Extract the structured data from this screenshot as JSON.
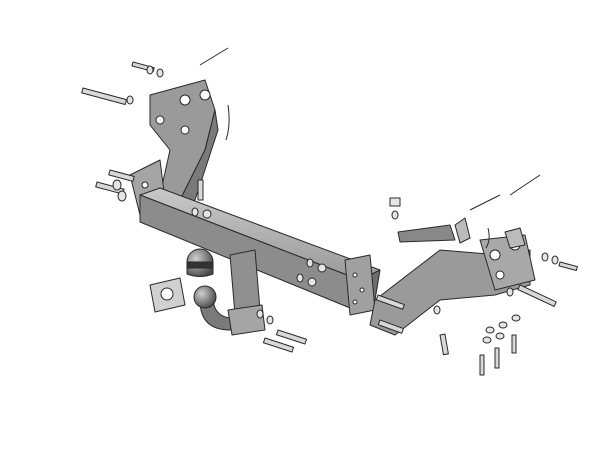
{
  "diagram": {
    "subject": "towbar-exploded-view",
    "colors": {
      "metal_light": "#b5b5b5",
      "metal_mid": "#8f8f8f",
      "metal_dark": "#5e5e5e",
      "outline": "#2a2a2a",
      "fastener": "#d8d8d8"
    },
    "parts": [
      "crossbar-beam",
      "left-side-bracket",
      "right-side-bracket",
      "tow-ball-neck",
      "tow-ball",
      "ball-cap",
      "socket-plate",
      "bolts",
      "nuts",
      "washers",
      "cable-ties"
    ]
  }
}
